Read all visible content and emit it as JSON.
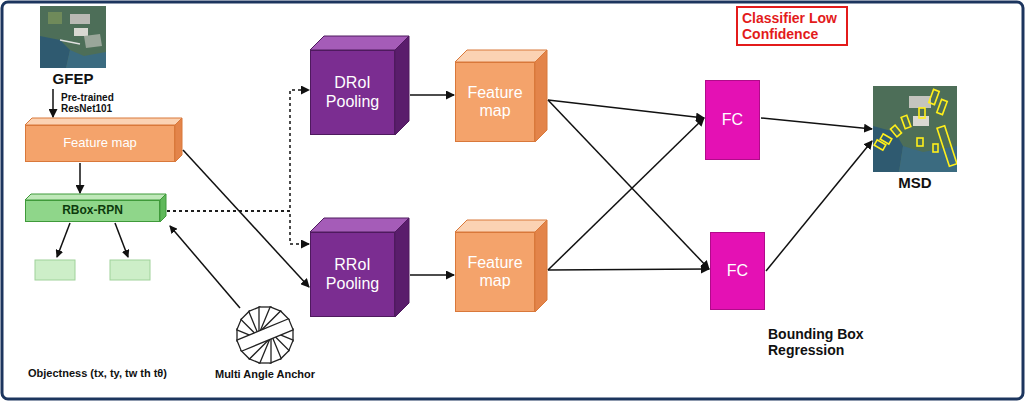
{
  "diagram": {
    "nodes": [
      {
        "text": [
          "GFEP"
        ]
      },
      {
        "text": [
          "Feature map"
        ]
      },
      {
        "text": [
          "RBox-RPN"
        ]
      },
      {
        "text": [
          "DRoI Pooling"
        ]
      },
      {
        "text": [
          "RRoI Pooling"
        ]
      },
      {
        "text": [
          "Feature map"
        ]
      },
      {
        "text": [
          "Feature map"
        ]
      },
      {
        "text": [
          "Classifier Low Confidence"
        ]
      },
      {
        "text": [
          "FC"
        ]
      },
      {
        "text": [
          "FC"
        ]
      },
      {
        "text": [
          "MSD"
        ]
      }
    ],
    "edges": [
      {
        "from": 0,
        "to": 1,
        "arrow": "to",
        "label": "Pre-trained ResNet101"
      },
      {
        "from": 1,
        "to": 2,
        "arrow": "to"
      },
      {
        "from": 1,
        "to": 4,
        "arrow": "to"
      },
      {
        "from": 2,
        "to": 3,
        "arrow": "to"
      },
      {
        "from": 2,
        "to": 4,
        "arrow": "to"
      },
      {
        "from": 3,
        "to": 5,
        "arrow": "to"
      },
      {
        "from": 4,
        "to": 6,
        "arrow": "to"
      },
      {
        "from": 5,
        "to": 8,
        "arrow": "to"
      },
      {
        "from": 5,
        "to": 9,
        "arrow": "to"
      },
      {
        "from": 6,
        "to": 8,
        "arrow": "to"
      },
      {
        "from": 6,
        "to": 9,
        "arrow": "to"
      },
      {
        "from": 8,
        "to": 10,
        "arrow": "to"
      },
      {
        "from": 9,
        "to": 10,
        "arrow": "to"
      }
    ],
    "labels": [
      "Objectness (tx, ty, tw th tθ)",
      "Multi Angle Anchor",
      "Bounding Box Regression"
    ]
  }
}
